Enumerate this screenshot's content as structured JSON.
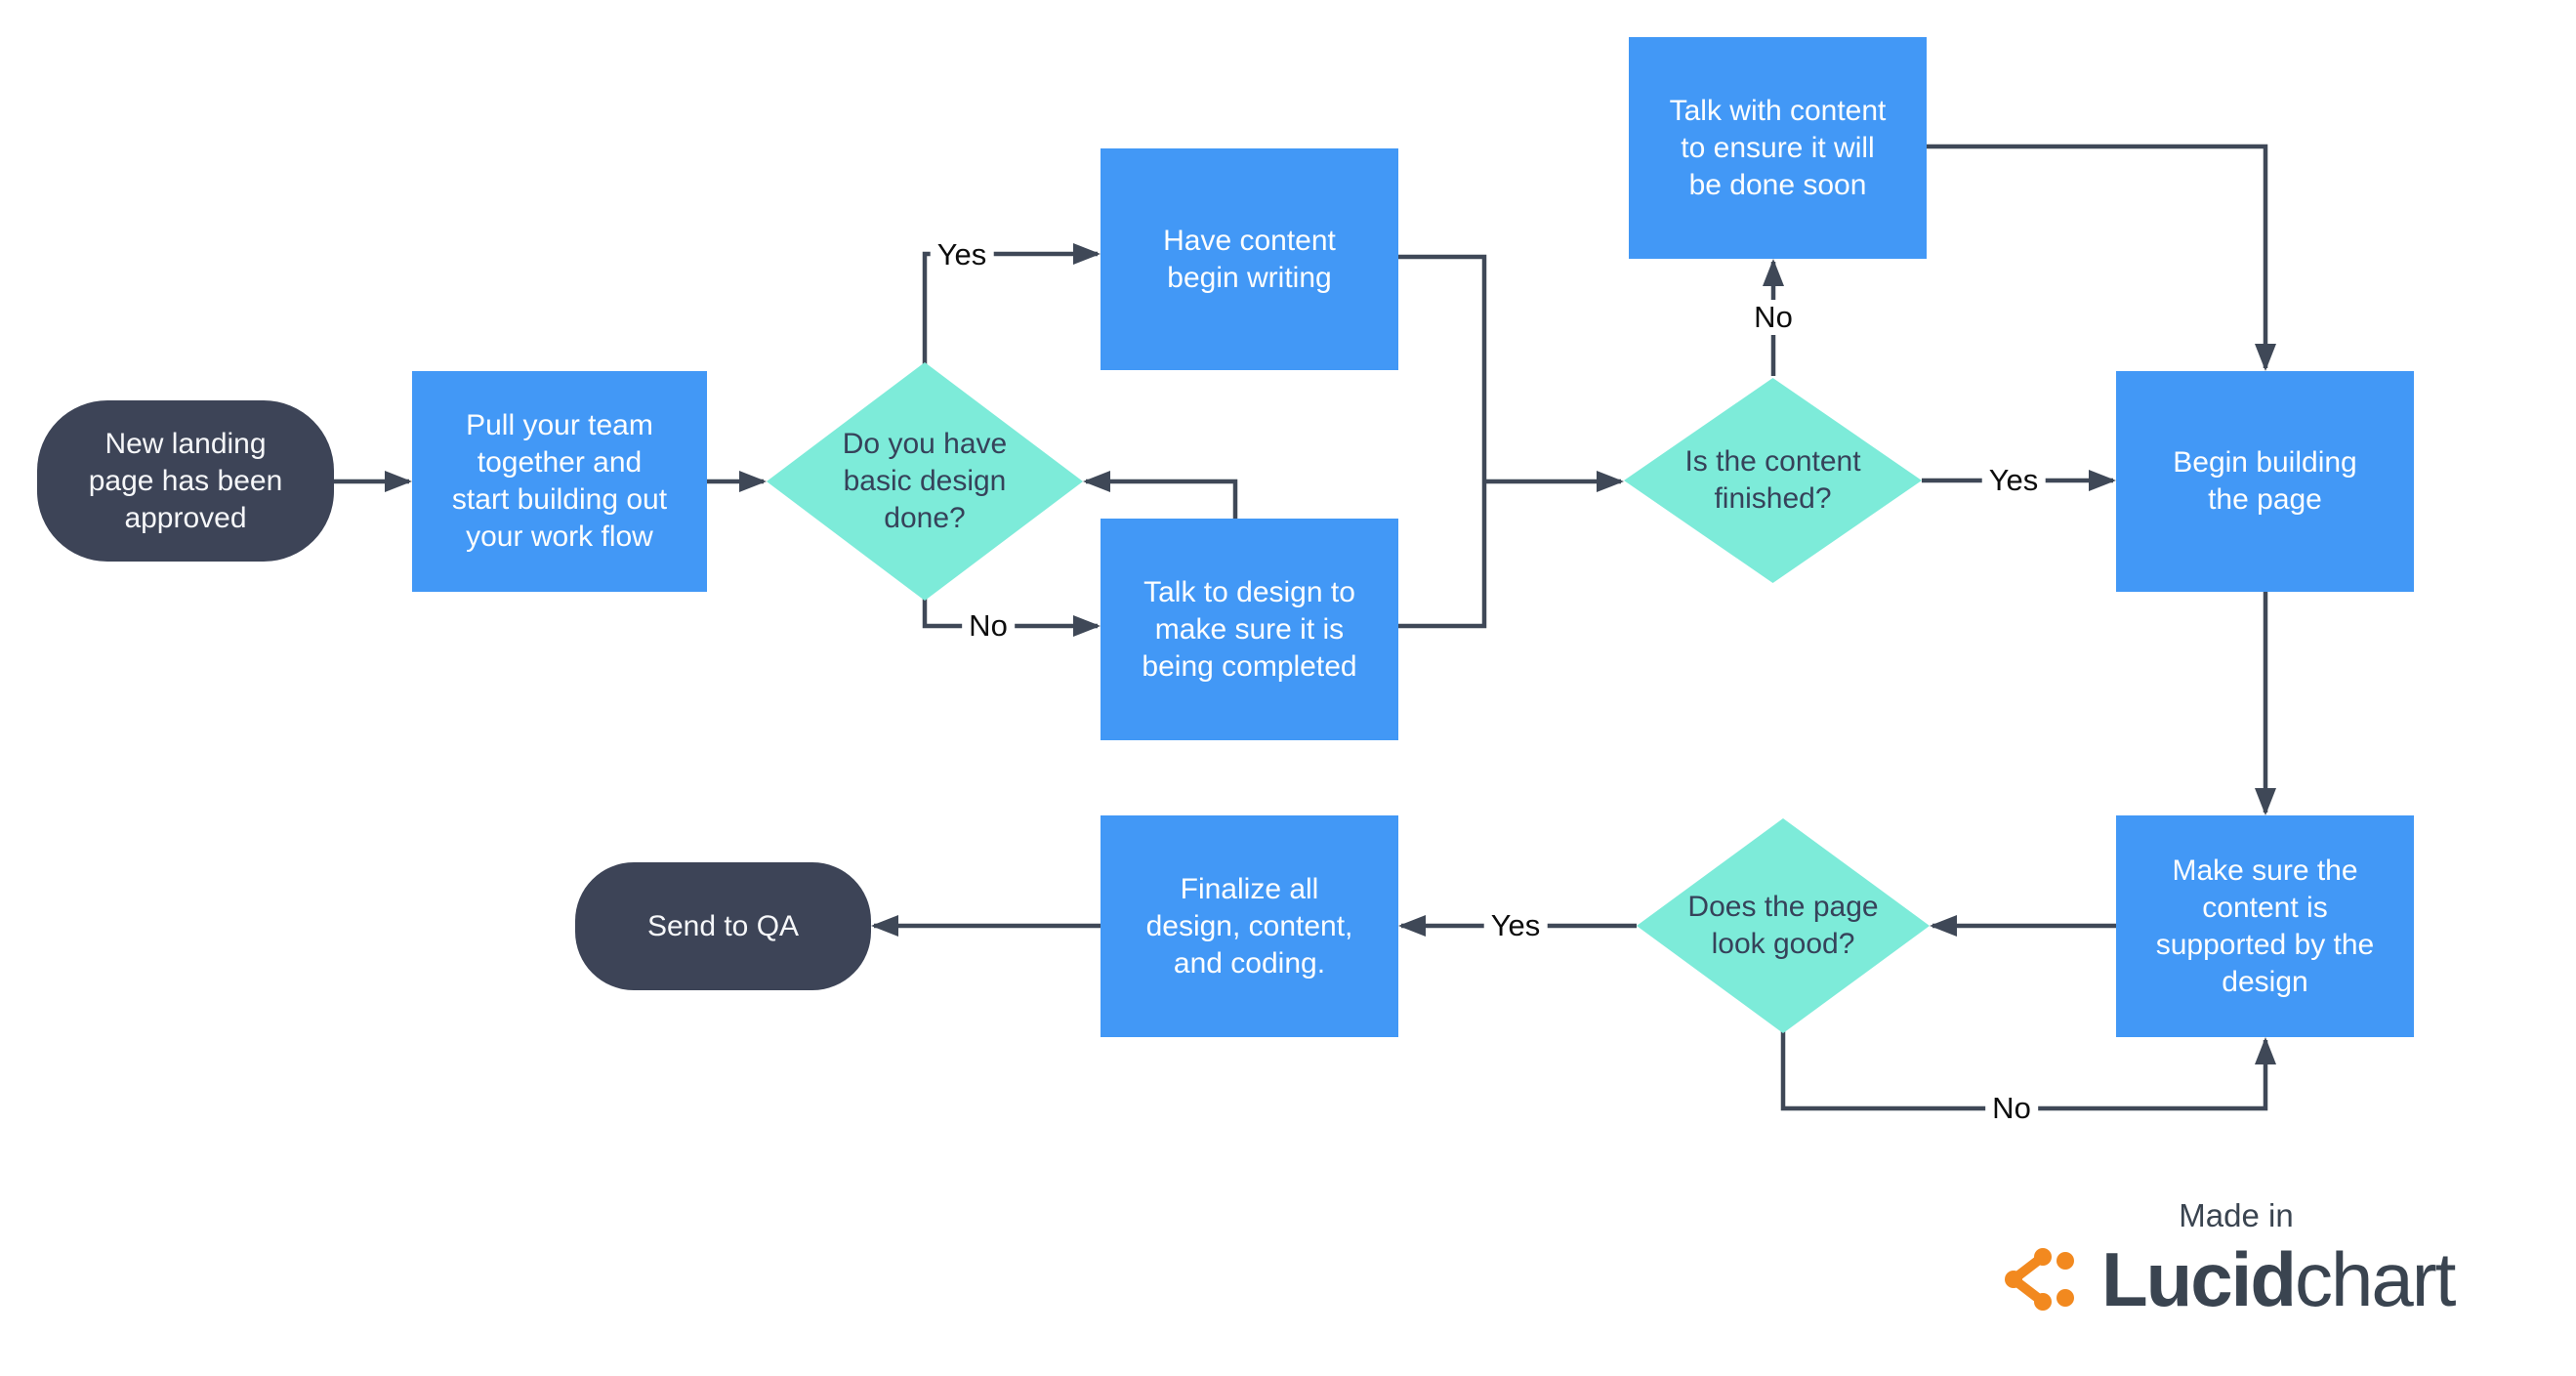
{
  "nodes": [
    {
      "id": "start",
      "type": "terminator",
      "label": [
        "New landing",
        "page has been",
        "approved"
      ]
    },
    {
      "id": "pull-team",
      "type": "process",
      "label": [
        "Pull your team",
        "together and",
        "start building out",
        "your work flow"
      ]
    },
    {
      "id": "design-done",
      "type": "decision",
      "label": [
        "Do you have",
        "basic design",
        "done?"
      ]
    },
    {
      "id": "have-content",
      "type": "process",
      "label": [
        "Have content",
        "begin writing"
      ]
    },
    {
      "id": "talk-design",
      "type": "process",
      "label": [
        "Talk to design to",
        "make sure it is",
        "being completed"
      ]
    },
    {
      "id": "content-finished",
      "type": "decision",
      "label": [
        "Is the content",
        "finished?"
      ]
    },
    {
      "id": "talk-content",
      "type": "process",
      "label": [
        "Talk with content",
        "to ensure it will",
        "be done soon"
      ]
    },
    {
      "id": "begin-building",
      "type": "process",
      "label": [
        "Begin building",
        "the page"
      ]
    },
    {
      "id": "make-sure",
      "type": "process",
      "label": [
        "Make sure the",
        "content is",
        "supported by the",
        "design"
      ]
    },
    {
      "id": "look-good",
      "type": "decision",
      "label": [
        "Does the page",
        "look good?"
      ]
    },
    {
      "id": "finalize",
      "type": "process",
      "label": [
        "Finalize all",
        "design, content,",
        "and coding."
      ]
    },
    {
      "id": "send-qa",
      "type": "terminator",
      "label": [
        "Send to QA"
      ]
    }
  ],
  "edge_labels": {
    "design_yes": "Yes",
    "design_no": "No",
    "finished_no": "No",
    "finished_yes": "Yes",
    "lookgood_yes": "Yes",
    "lookgood_no": "No"
  },
  "footer": {
    "made_in": "Made in",
    "brand_bold": "Lucid",
    "brand_regular": "chart"
  },
  "colors": {
    "process_fill": "#4298F6",
    "decision_fill": "#7DEBD9",
    "terminator_fill": "#3D4457",
    "connector": "#3F4857",
    "edge_label_text": "#0D0D0D",
    "brand_text": "#3A4450",
    "brand_accent": "#F2891F"
  }
}
